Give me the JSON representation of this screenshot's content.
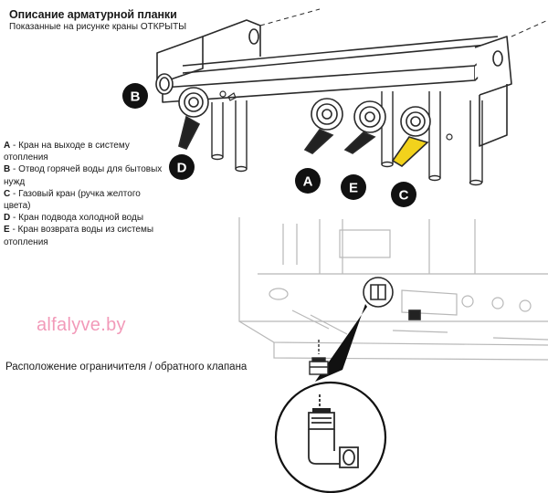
{
  "header": {
    "title": "Описание арматурной планки",
    "subtitle": "Показанные на рисунке краны ОТКРЫТЫ"
  },
  "legend": [
    {
      "key": "A",
      "text": " - Кран на выходе в систему отопления"
    },
    {
      "key": "B",
      "text": " - Отвод горячей воды для бытовых нужд"
    },
    {
      "key": "C",
      "text": " - Газовый кран (ручка желтого цвета)"
    },
    {
      "key": "D",
      "text": " - Кран подвода холодной воды"
    },
    {
      "key": "E",
      "text": " - Кран возврата воды из системы отопления"
    }
  ],
  "badges": {
    "A": "A",
    "B": "B",
    "C": "C",
    "D": "D",
    "E": "E"
  },
  "watermark": "alfalyve.by",
  "caption": "Расположение ограничителя / обратного клапана",
  "colors": {
    "gas_handle": "#f2d21c",
    "line": "#2a2a2a",
    "light_line": "#b8b8b8",
    "badge": "#111111",
    "watermark": "#f29ab9"
  }
}
